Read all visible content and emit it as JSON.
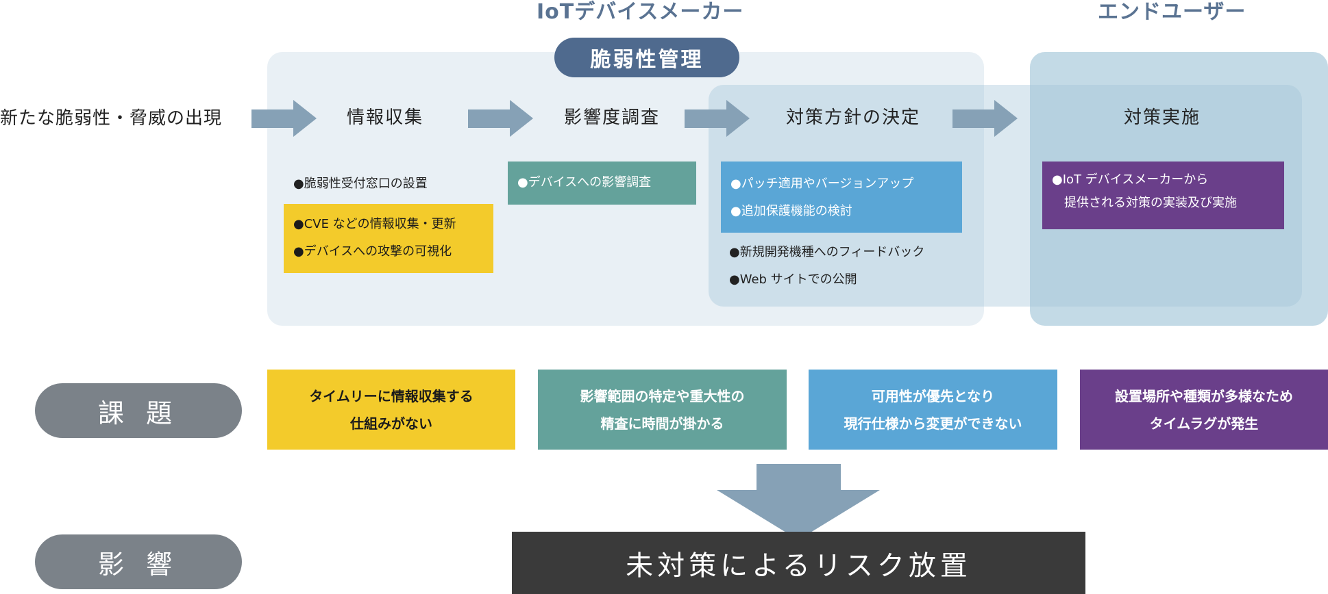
{
  "headings": {
    "maker": "IoTデバイスメーカー",
    "enduser": "エンドユーザー"
  },
  "vuln_mgmt_label": "脆弱性管理",
  "trigger": "新たな脆弱性・脅威の出現",
  "steps": [
    {
      "title": "情報収集"
    },
    {
      "title": "影響度調査"
    },
    {
      "title": "対策方針の決定"
    },
    {
      "title": "対策実施"
    }
  ],
  "details": {
    "collect_plain": "●脆弱性受付窓口の設置",
    "collect_box": [
      "●CVE などの情報収集・更新",
      "●デバイスへの攻撃の可視化"
    ],
    "impact_box": [
      "●デバイスへの影響調査"
    ],
    "policy_box": [
      "●パッチ適用やバージョンアップ",
      "●追加保護機能の検討"
    ],
    "policy_plain": [
      "●新規開発機種へのフィードバック",
      "●Web サイトでの公開"
    ],
    "action_box": [
      "●IoT デバイスメーカーから",
      "　提供される対策の実装及び実施"
    ]
  },
  "issues_label": "課 題",
  "issues": [
    {
      "lines": [
        "タイムリーに情報収集する",
        "仕組みがない"
      ],
      "color": "#f3cb2b"
    },
    {
      "lines": [
        "影響範囲の特定や重大性の",
        "精査に時間が掛かる"
      ],
      "color": "#64a29b"
    },
    {
      "lines": [
        "可用性が優先となり",
        "現行仕様から変更ができない"
      ],
      "color": "#5aa6d6"
    },
    {
      "lines": [
        "設置場所や種類が多様なため",
        "タイムラグが発生"
      ],
      "color": "#6a3f8a"
    }
  ],
  "impact_label": "影 響",
  "result": "未対策によるリスク放置",
  "colors": {
    "panel_light": "#e9f0f5",
    "panel_mid": "#c3dae6",
    "arrow": "#86a1b6",
    "pill": "#4f6a8e",
    "side_pill": "#7b8289",
    "result_bg": "#3a3a3a"
  }
}
